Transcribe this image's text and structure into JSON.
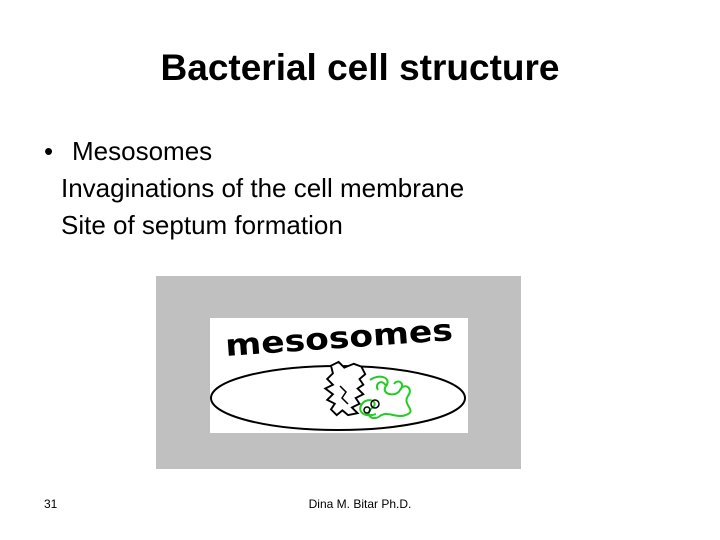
{
  "slide": {
    "title": "Bacterial cell structure",
    "bullet": {
      "marker": "•",
      "heading": "Mesosomes",
      "lines": [
        "Invaginations of the cell membrane",
        "Site of septum formation"
      ]
    },
    "figure": {
      "label": "mesosomes",
      "background_color": "#c0c0c0",
      "cell_fill": "#ffffff",
      "outline_color": "#000000",
      "dna_color": "#22cc22"
    },
    "footer": {
      "slide_number": "31",
      "author": "Dina M. Bitar Ph.D."
    }
  }
}
